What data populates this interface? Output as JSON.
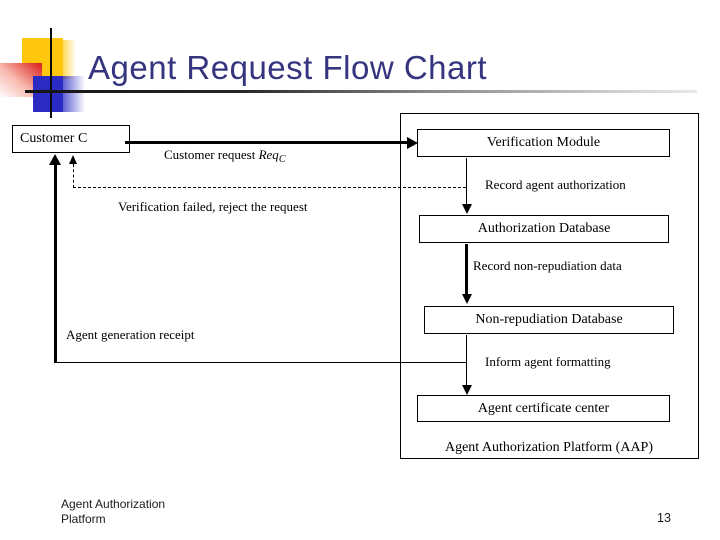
{
  "title": "Agent Request Flow Chart",
  "colors": {
    "title_color": "#34347f",
    "logo_yellow": "#ffc60e",
    "logo_blue": "#2b2bc4",
    "logo_red": "#dc2822",
    "line_color": "#000000"
  },
  "flowchart": {
    "boxes": {
      "customer": "Customer C",
      "verification_module": "Verification Module",
      "authorization_database": "Authorization Database",
      "non_repudiation_database": "Non-repudiation Database",
      "agent_certificate_center": "Agent certificate center"
    },
    "container_label": "Agent Authorization Platform (AAP)",
    "labels": {
      "customer_request_prefix": "Customer request ",
      "customer_request_var": "Req",
      "customer_request_subscript": "C",
      "record_agent_authorization": "Record agent authorization",
      "verification_failed": "Verification failed, reject the request",
      "record_non_repudiation": "Record non-repudiation data",
      "agent_generation_receipt": "Agent generation receipt",
      "inform_agent_formatting": "Inform agent formatting"
    }
  },
  "footer": {
    "line1": "Agent Authorization",
    "line2": "Platform",
    "page_number": "13"
  }
}
